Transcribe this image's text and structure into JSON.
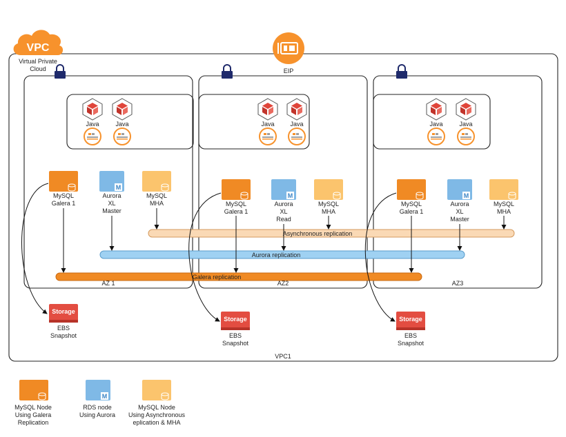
{
  "vpc": {
    "badge": "VPC",
    "caption_line1": "Virtual Private",
    "caption_line2": "Cloud",
    "bottom_label": "VPC1"
  },
  "eip": {
    "label": "EIP"
  },
  "zones": [
    {
      "label": "AZ 1"
    },
    {
      "label": "AZ2"
    },
    {
      "label": "AZ3"
    }
  ],
  "app_tiers": [
    {
      "items": [
        {
          "label": "Java"
        },
        {
          "label": "Java"
        }
      ]
    },
    {
      "items": [
        {
          "label": "Java"
        },
        {
          "label": "Java"
        }
      ]
    },
    {
      "items": [
        {
          "label": "Java"
        },
        {
          "label": "Java"
        }
      ]
    }
  ],
  "db_nodes": [
    {
      "kind": "galera",
      "lines": [
        "MySQL",
        "Galera 1"
      ]
    },
    {
      "kind": "aurora",
      "lines": [
        "Aurora",
        "XL",
        "Master"
      ]
    },
    {
      "kind": "mha",
      "lines": [
        "MySQL",
        "MHA"
      ]
    },
    {
      "kind": "galera",
      "lines": [
        "MySQL",
        "Galera 1"
      ]
    },
    {
      "kind": "aurora",
      "lines": [
        "Aurora",
        "XL",
        "Read"
      ]
    },
    {
      "kind": "mha",
      "lines": [
        "MySQL",
        "MHA"
      ]
    },
    {
      "kind": "galera",
      "lines": [
        "MySQL",
        "Galera 1"
      ]
    },
    {
      "kind": "aurora",
      "lines": [
        "Aurora",
        "XL",
        "Master"
      ]
    },
    {
      "kind": "mha",
      "lines": [
        "MySQL",
        "MHA"
      ]
    }
  ],
  "replication": {
    "async": "Asynchronous replication",
    "aurora": "Aurora replication",
    "galera": "Galera replication"
  },
  "storage": [
    {
      "title": "Storage",
      "line1": "EBS",
      "line2": "Snapshot"
    },
    {
      "title": "Storage",
      "line1": "EBS",
      "line2": "Snapshot"
    },
    {
      "title": "Storage",
      "line1": "EBS",
      "line2": "Snapshot"
    }
  ],
  "legend": [
    {
      "kind": "galera",
      "lines": [
        "MySQL Node",
        "Using Galera",
        "Replication"
      ]
    },
    {
      "kind": "aurora",
      "lines": [
        "RDS node",
        "Using Aurora"
      ]
    },
    {
      "kind": "mha",
      "lines": [
        "MySQL Node",
        "Using Asynchronous",
        "eplication & MHA"
      ]
    }
  ],
  "colors": {
    "galera": "#f08a24",
    "aurora": "#7fb9e6",
    "mha": "#fbc46d",
    "async_bar": "#fad9b5",
    "aurora_bar": "#9fd1f2",
    "galera_bar": "#f08a24",
    "storage": "#e34d41",
    "aws_orange": "#f7922c",
    "lock": "#1f2a6b",
    "java_red": "#e0453a"
  }
}
